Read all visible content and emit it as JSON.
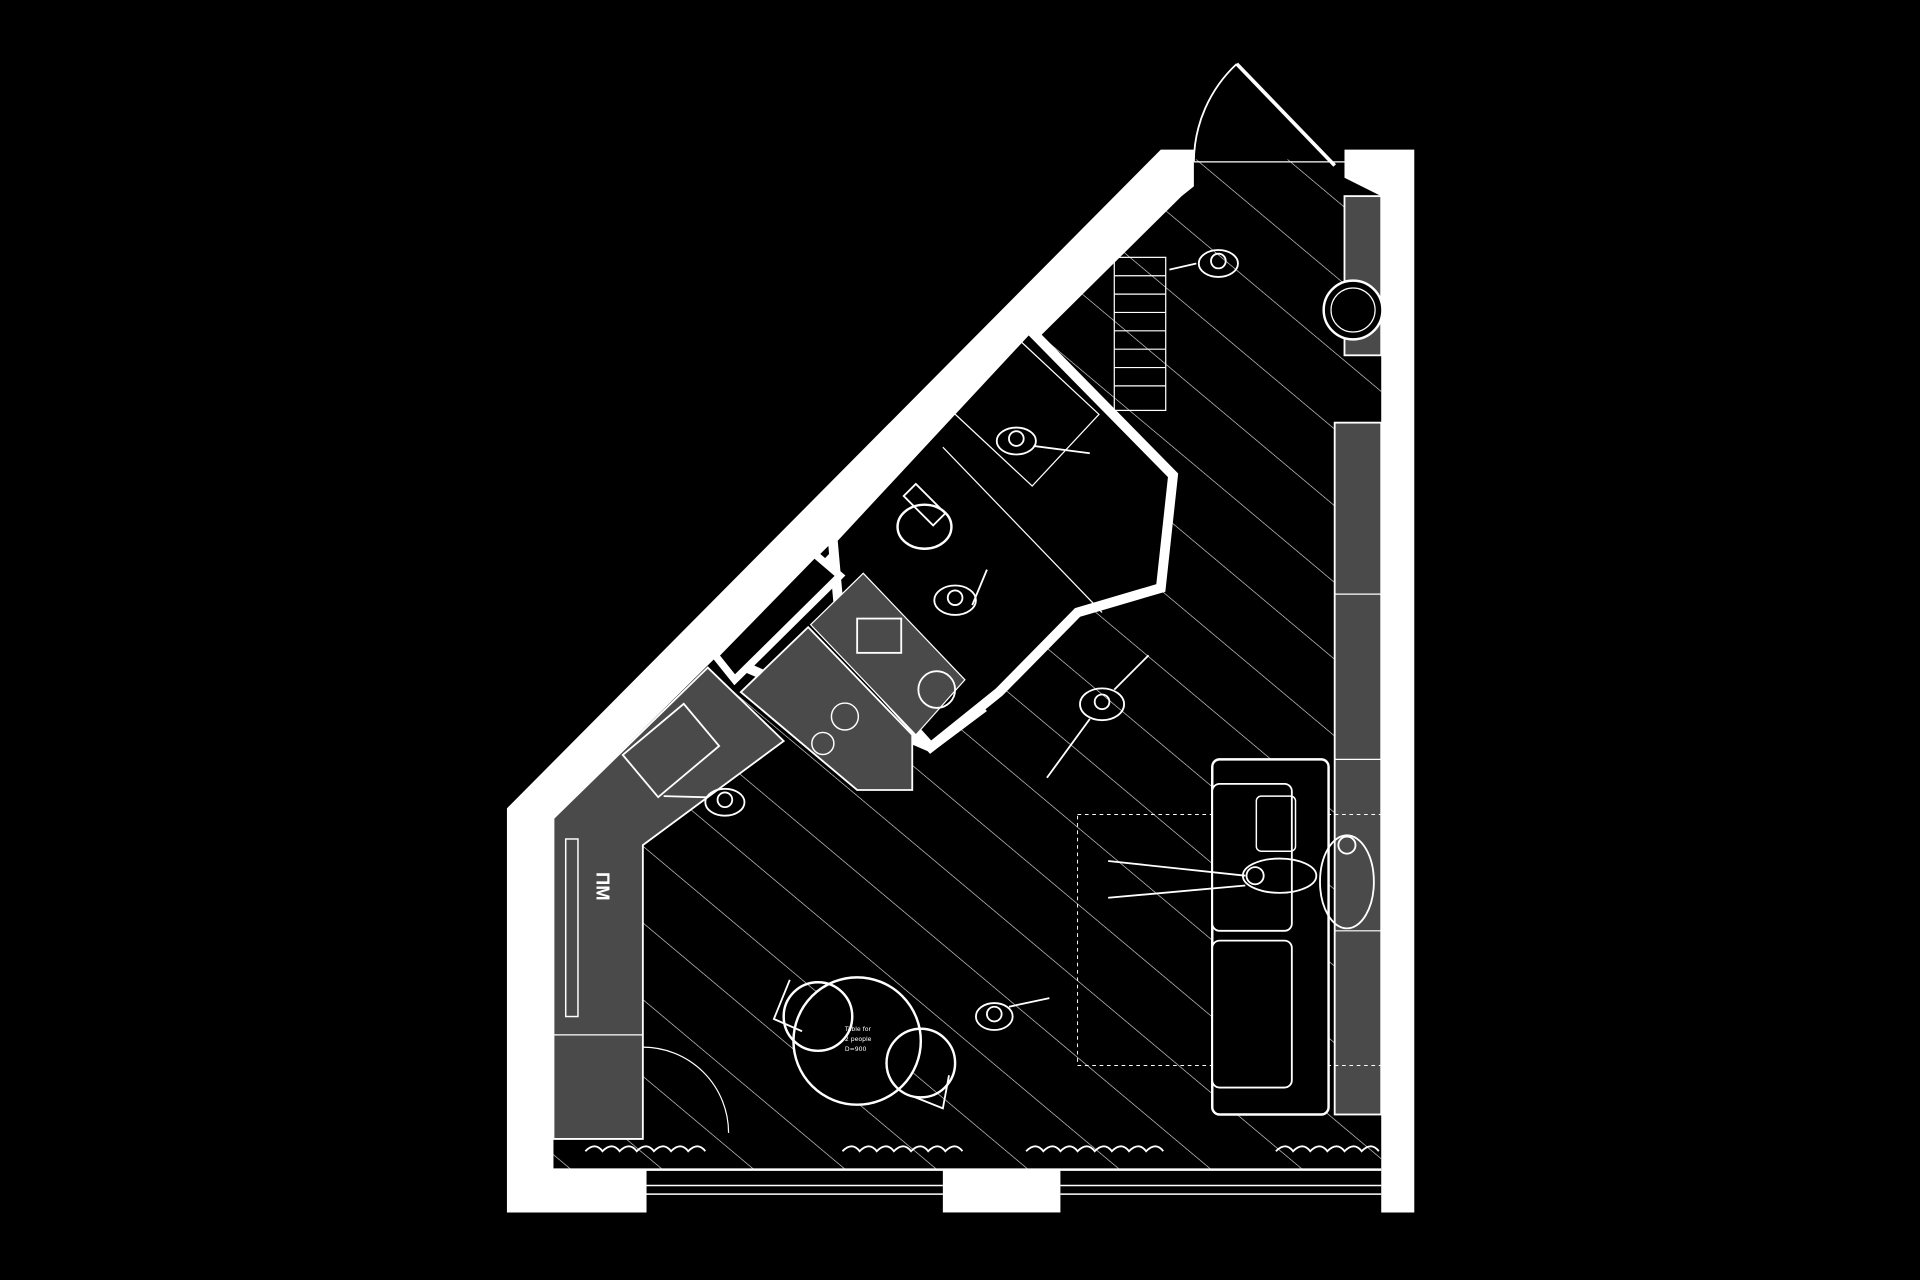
{
  "plan": {
    "colors": {
      "background": "#000000",
      "wall": "#ffffff",
      "floor_hatch": "#ffffff",
      "cabinetry": "#4a4a4a",
      "fixtures": "#ffffff"
    },
    "appliance_label": "ПМ",
    "table_note": [
      "Table for",
      "2 people",
      "D=900"
    ],
    "icons": [
      "entrance-door-icon",
      "window-icon",
      "sofa-icon",
      "dining-table-icon",
      "toilet-icon",
      "shower-icon",
      "washing-machine-icon",
      "kitchen-sink-icon",
      "cooktop-icon",
      "person-figure-icon",
      "plant-icon",
      "wardrobe-icon"
    ]
  }
}
